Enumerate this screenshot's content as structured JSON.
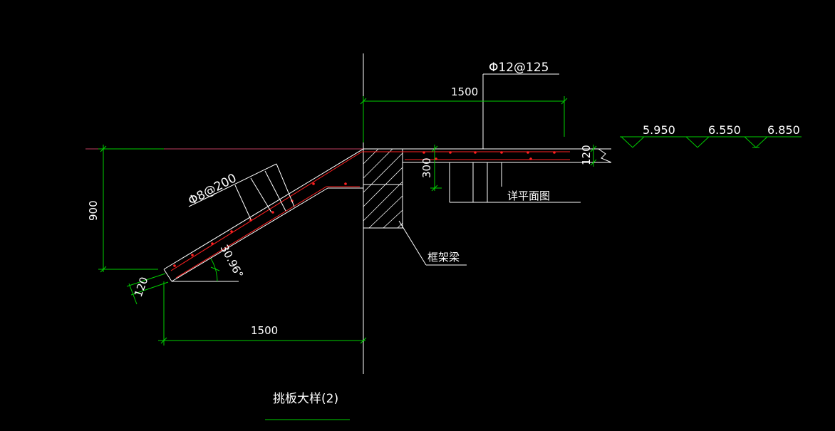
{
  "drawing": {
    "title": "挑板大样(2)",
    "rebar_top": "Φ12@125",
    "rebar_slope": "Φ8@200",
    "dim_top_width": "1500",
    "dim_bottom_width": "1500",
    "dim_height": "900",
    "dim_beam_depth": "300",
    "dim_slab_thickness": "120",
    "dim_slope_thickness": "120",
    "angle": "30.96°",
    "beam_label": "框架梁",
    "plan_note": "详平面图",
    "elevations": [
      "5.950",
      "6.550",
      "6.850"
    ]
  },
  "colors": {
    "background": "#000000",
    "dimension": "#00d000",
    "rebar": "#ff2020",
    "outline": "#ffffff"
  }
}
